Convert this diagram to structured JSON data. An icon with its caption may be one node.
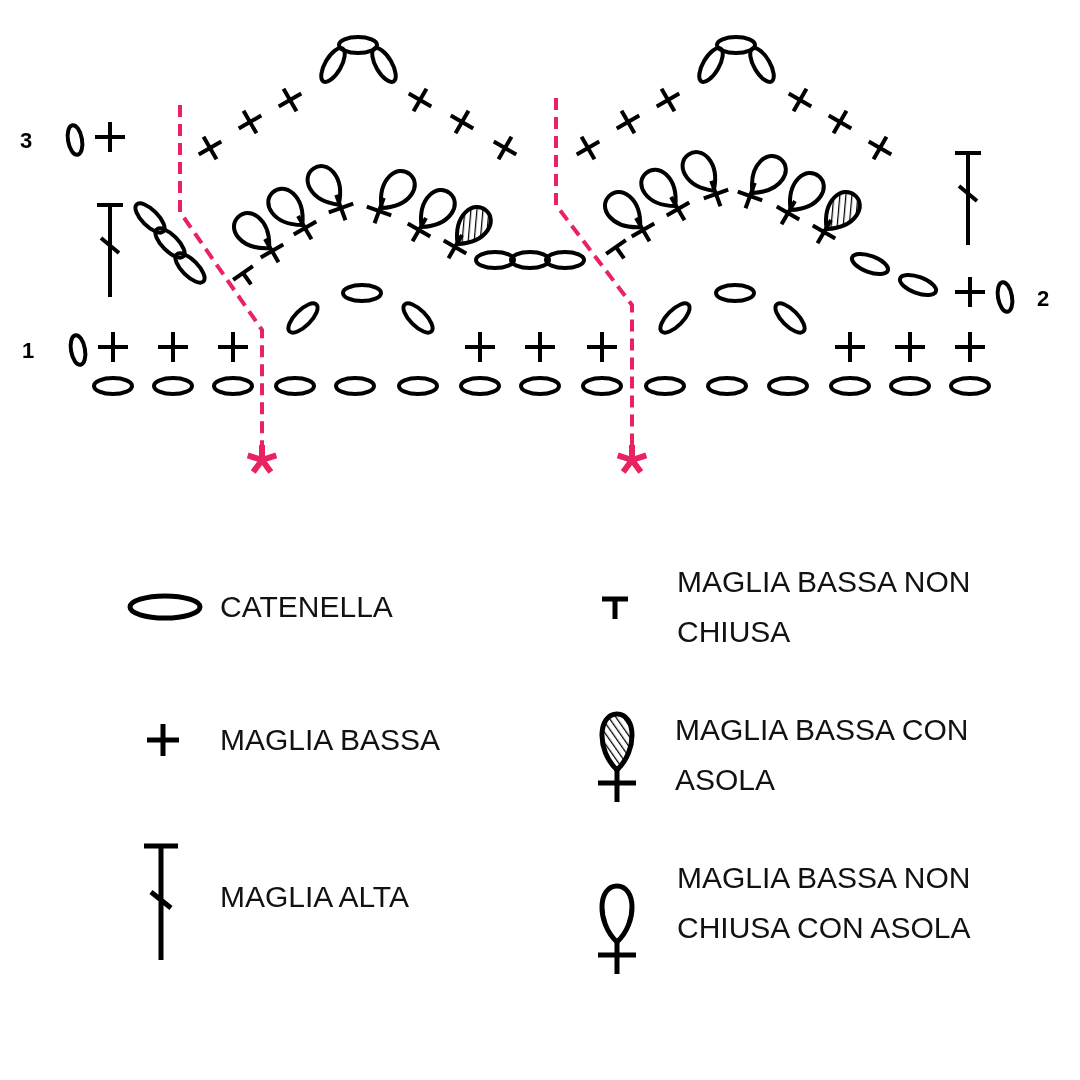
{
  "diagram": {
    "labels": [
      "3",
      "2",
      "1"
    ],
    "legend": [
      {
        "text": "CATENELLA"
      },
      {
        "text": "MAGLIA BASSA NON CHIUSA"
      },
      {
        "text": "MAGLIA BASSA"
      },
      {
        "text": "MAGLIA BASSA CON ASOLA"
      },
      {
        "text": "MAGLIA ALTA"
      },
      {
        "text": "MAGLIA BASSA NON CHIUSA CON ASOLA"
      }
    ]
  }
}
